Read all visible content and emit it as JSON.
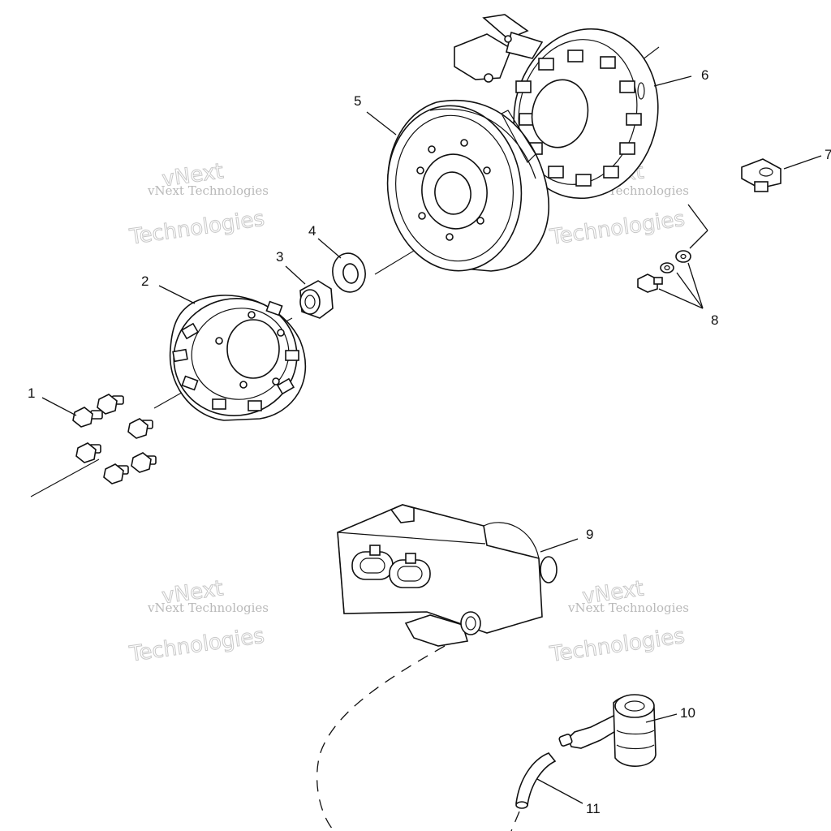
{
  "watermark": {
    "line1": "vNext Technologies",
    "line2": "vNext",
    "line3": "Technologies"
  },
  "callouts": {
    "c1": "1",
    "c2": "2",
    "c3": "3",
    "c4": "4",
    "c5": "5",
    "c6": "6",
    "c7": "7",
    "c8": "8",
    "c9": "9",
    "c10": "10",
    "c11": "11"
  }
}
